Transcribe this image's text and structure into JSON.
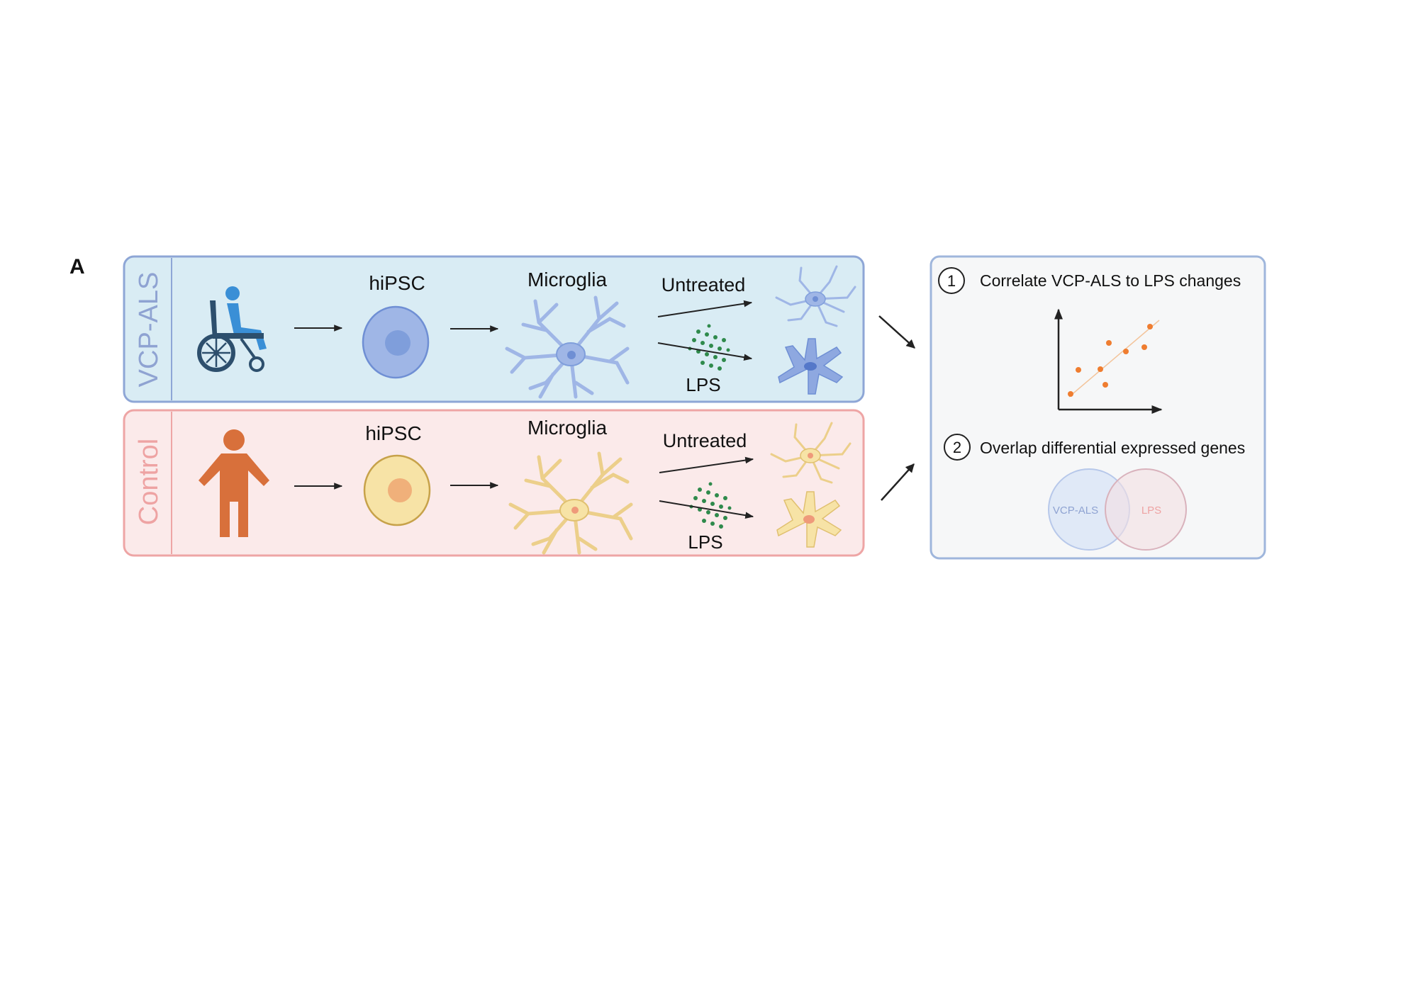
{
  "panel_letter": "A",
  "vcp_row": {
    "group_label": "VCP-ALS",
    "stage1_label": "hiPSC",
    "stage2_label": "Microglia",
    "untreated_label": "Untreated",
    "lps_label": "LPS",
    "colors": {
      "border": "#8ea6d6",
      "fill": "#d9ecf4",
      "label": "#8fa3d2",
      "cell": "#9fb6e6",
      "cell_dark": "#6f8fd4",
      "figure": "#2d4f6d",
      "accent": "#3a8fd6"
    }
  },
  "control_row": {
    "group_label": "Control",
    "stage1_label": "hiPSC",
    "stage2_label": "Microglia",
    "untreated_label": "Untreated",
    "lps_label": "LPS",
    "colors": {
      "border": "#eea5a5",
      "fill": "#fbeaea",
      "label": "#eea3a3",
      "cell": "#f7e3a6",
      "cell_dark": "#ef9a7a",
      "figure": "#d8703b"
    }
  },
  "analysis": {
    "step1": {
      "number": "1",
      "label": "Correlate VCP-ALS to LPS changes"
    },
    "step2": {
      "number": "2",
      "label": "Overlap differential expressed genes"
    },
    "venn": {
      "left_label": "VCP-ALS",
      "right_label": "LPS"
    },
    "colors": {
      "border": "#9fb6dc",
      "fill": "#f6f7f8",
      "dots": "#ef7d30",
      "trend": "#f3c49b"
    }
  }
}
